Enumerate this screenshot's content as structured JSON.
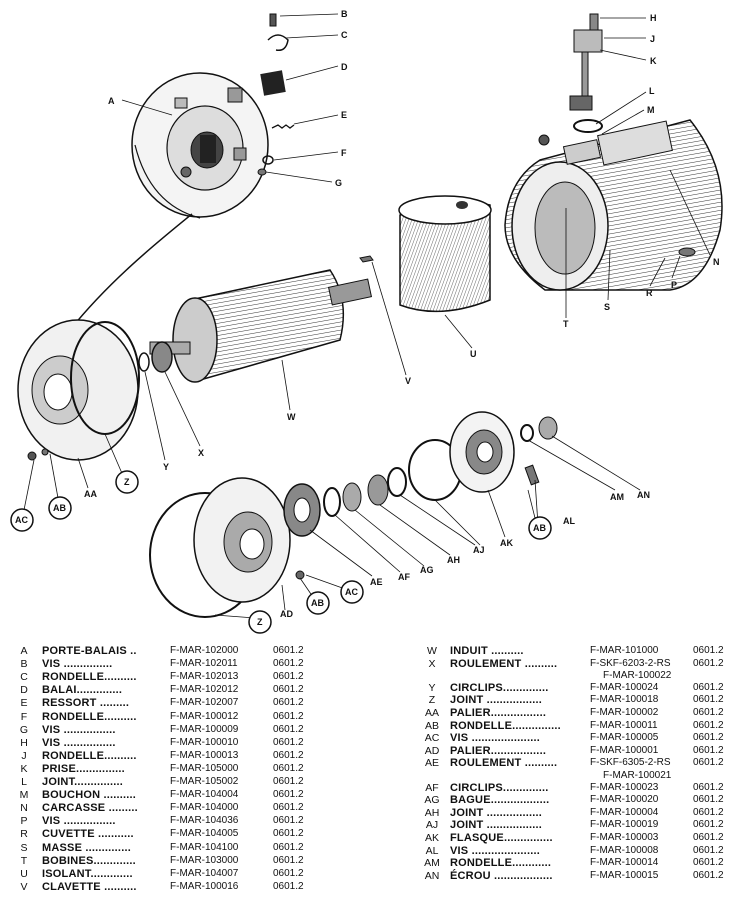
{
  "diagram": {
    "callouts": [
      "A",
      "B",
      "C",
      "D",
      "E",
      "F",
      "G",
      "H",
      "J",
      "K",
      "L",
      "M",
      "N",
      "P",
      "R",
      "S",
      "T",
      "U",
      "V",
      "W",
      "X",
      "Y",
      "Z",
      "AA",
      "AD",
      "AE",
      "AF",
      "AG",
      "AH",
      "AJ",
      "AK",
      "AL",
      "AM",
      "AN"
    ],
    "circled": [
      "AC",
      "AB",
      "Z",
      "AB",
      "AC",
      "Z",
      "AB"
    ]
  },
  "parts_left": [
    {
      "letter": "A",
      "name": "PORTE-BALAIS ..",
      "ref": "F-MAR-102000",
      "code": "0601.2"
    },
    {
      "letter": "B",
      "name": "VIS ...............",
      "ref": "F-MAR-102011",
      "code": "0601.2"
    },
    {
      "letter": "C",
      "name": "RONDELLE..........",
      "ref": "F-MAR-102013",
      "code": "0601.2"
    },
    {
      "letter": "D",
      "name": "BALAI..............",
      "ref": "F-MAR-102012",
      "code": "0601.2"
    },
    {
      "letter": "E",
      "name": "RESSORT .........",
      "ref": "F-MAR-102007",
      "code": "0601.2"
    },
    {
      "letter": "F",
      "name": "RONDELLE..........",
      "ref": "F-MAR-100012",
      "code": "0601.2"
    },
    {
      "letter": "G",
      "name": "VIS ................",
      "ref": "F-MAR-100009",
      "code": "0601.2"
    },
    {
      "letter": "H",
      "name": "VIS ................",
      "ref": "F-MAR-100010",
      "code": "0601.2"
    },
    {
      "letter": "J",
      "name": "RONDELLE..........",
      "ref": "F-MAR-100013",
      "code": "0601.2"
    },
    {
      "letter": "K",
      "name": "PRISE...............",
      "ref": "F-MAR-105000",
      "code": "0601.2"
    },
    {
      "letter": "L",
      "name": "JOINT...............",
      "ref": "F-MAR-105002",
      "code": "0601.2"
    },
    {
      "letter": "M",
      "name": "BOUCHON ..........",
      "ref": "F-MAR-104004",
      "code": "0601.2"
    },
    {
      "letter": "N",
      "name": "CARCASSE .........",
      "ref": "F-MAR-104000",
      "code": "0601.2"
    },
    {
      "letter": "P",
      "name": "VIS ................",
      "ref": "F-MAR-104036",
      "code": "0601.2"
    },
    {
      "letter": "R",
      "name": "CUVETTE ...........",
      "ref": "F-MAR-104005",
      "code": "0601.2"
    },
    {
      "letter": "S",
      "name": "MASSE ..............",
      "ref": "F-MAR-104100",
      "code": "0601.2"
    },
    {
      "letter": "T",
      "name": "BOBINES.............",
      "ref": "F-MAR-103000",
      "code": "0601.2"
    },
    {
      "letter": "U",
      "name": "ISOLANT.............",
      "ref": "F-MAR-104007",
      "code": "0601.2"
    },
    {
      "letter": "V",
      "name": "CLAVETTE ..........",
      "ref": "F-MAR-100016",
      "code": "0601.2"
    }
  ],
  "parts_right": [
    {
      "letter": "W",
      "name": "INDUIT ..........",
      "ref": "F-MAR-101000",
      "code": "0601.2"
    },
    {
      "letter": "X",
      "name": "ROULEMENT ..........",
      "ref": "F-SKF-6203-2-RS",
      "code": "0601.2",
      "note": "F-MAR-100022"
    },
    {
      "letter": "Y",
      "name": "CIRCLIPS..............",
      "ref": "F-MAR-100024",
      "code": "0601.2"
    },
    {
      "letter": "Z",
      "name": "JOINT .................",
      "ref": "F-MAR-100018",
      "code": "0601.2"
    },
    {
      "letter": "AA",
      "name": "PALIER.................",
      "ref": "F-MAR-100002",
      "code": "0601.2"
    },
    {
      "letter": "AB",
      "name": "RONDELLE...............",
      "ref": "F-MAR-100011",
      "code": "0601.2"
    },
    {
      "letter": "AC",
      "name": "VIS .....................",
      "ref": "F-MAR-100005",
      "code": "0601.2"
    },
    {
      "letter": "AD",
      "name": "PALIER.................",
      "ref": "F-MAR-100001",
      "code": "0601.2"
    },
    {
      "letter": "AE",
      "name": "ROULEMENT ..........",
      "ref": "F-SKF-6305-2-RS",
      "code": "0601.2",
      "note": "F-MAR-100021"
    },
    {
      "letter": "AF",
      "name": "CIRCLIPS..............",
      "ref": "F-MAR-100023",
      "code": "0601.2"
    },
    {
      "letter": "AG",
      "name": "BAGUE..................",
      "ref": "F-MAR-100020",
      "code": "0601.2"
    },
    {
      "letter": "AH",
      "name": "JOINT .................",
      "ref": "F-MAR-100004",
      "code": "0601.2"
    },
    {
      "letter": "AJ",
      "name": "JOINT .................",
      "ref": "F-MAR-100019",
      "code": "0601.2"
    },
    {
      "letter": "AK",
      "name": "FLASQUE...............",
      "ref": "F-MAR-100003",
      "code": "0601.2"
    },
    {
      "letter": "AL",
      "name": "VIS .....................",
      "ref": "F-MAR-100008",
      "code": "0601.2"
    },
    {
      "letter": "AM",
      "name": "RONDELLE............",
      "ref": "F-MAR-100014",
      "code": "0601.2"
    },
    {
      "letter": "AN",
      "name": "ÉCROU ..................",
      "ref": "F-MAR-100015",
      "code": "0601.2"
    }
  ]
}
